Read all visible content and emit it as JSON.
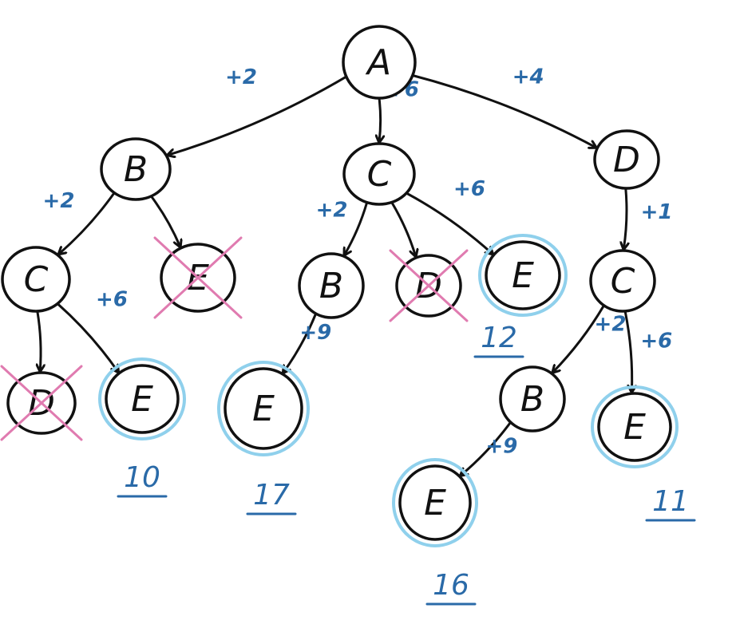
{
  "colors": {
    "ink": "#111111",
    "weight": "#2a6aa8",
    "highlight": "#8fd0ec",
    "cross": "#e07bb0"
  },
  "nodes": [
    {
      "id": "A",
      "label": "A",
      "status": "normal"
    },
    {
      "id": "B1",
      "label": "B",
      "status": "normal"
    },
    {
      "id": "C1",
      "label": "C",
      "status": "normal"
    },
    {
      "id": "D1",
      "label": "D",
      "status": "normal"
    },
    {
      "id": "C2",
      "label": "C",
      "status": "normal"
    },
    {
      "id": "E1",
      "label": "E",
      "status": "crossed"
    },
    {
      "id": "B2",
      "label": "B",
      "status": "normal"
    },
    {
      "id": "D2",
      "label": "D",
      "status": "crossed"
    },
    {
      "id": "E2",
      "label": "E",
      "status": "highlighted"
    },
    {
      "id": "C3",
      "label": "C",
      "status": "normal"
    },
    {
      "id": "D3",
      "label": "D",
      "status": "crossed"
    },
    {
      "id": "E3",
      "label": "E",
      "status": "highlighted"
    },
    {
      "id": "E4",
      "label": "E",
      "status": "highlighted"
    },
    {
      "id": "B3",
      "label": "B",
      "status": "normal"
    },
    {
      "id": "E5",
      "label": "E",
      "status": "highlighted"
    },
    {
      "id": "E6",
      "label": "E",
      "status": "highlighted"
    }
  ],
  "edges": [
    {
      "from": "A",
      "to": "B1",
      "weight": "+2"
    },
    {
      "from": "A",
      "to": "C1",
      "weight": "+6"
    },
    {
      "from": "A",
      "to": "D1",
      "weight": "+4"
    },
    {
      "from": "B1",
      "to": "C2",
      "weight": "+2"
    },
    {
      "from": "B1",
      "to": "E1",
      "weight": ""
    },
    {
      "from": "C1",
      "to": "B2",
      "weight": "+2"
    },
    {
      "from": "C1",
      "to": "D2",
      "weight": ""
    },
    {
      "from": "C1",
      "to": "E2",
      "weight": "+6"
    },
    {
      "from": "D1",
      "to": "C3",
      "weight": "+1"
    },
    {
      "from": "C2",
      "to": "D3",
      "weight": ""
    },
    {
      "from": "C2",
      "to": "E3",
      "weight": "+6"
    },
    {
      "from": "B2",
      "to": "E4",
      "weight": "+9"
    },
    {
      "from": "C3",
      "to": "B3",
      "weight": "+2"
    },
    {
      "from": "C3",
      "to": "E6",
      "weight": "+6"
    },
    {
      "from": "B3",
      "to": "E5",
      "weight": "+9"
    }
  ],
  "totals": [
    {
      "node": "E3",
      "value": "10"
    },
    {
      "node": "E4",
      "value": "17"
    },
    {
      "node": "E2",
      "value": "12"
    },
    {
      "node": "E5",
      "value": "16"
    },
    {
      "node": "E6",
      "value": "11"
    }
  ]
}
